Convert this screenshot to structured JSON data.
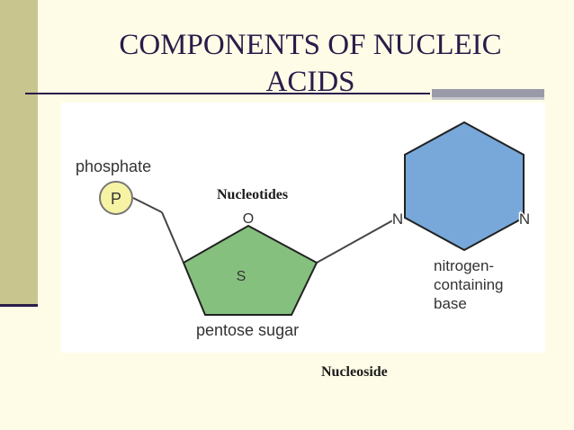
{
  "slide": {
    "title": "COMPONENTS OF NUCLEIC ACIDS",
    "nucleotides_label": "Nucleotides",
    "nucleoside_label": "Nucleoside"
  },
  "diagram": {
    "phosphate_label": "phosphate",
    "phosphate_symbol": "P",
    "sugar_symbol": "S",
    "sugar_oxygen": "O",
    "sugar_label": "pentose sugar",
    "base_n_left": "N",
    "base_n_right": "N",
    "base_label_1": "nitrogen-",
    "base_label_2": "containing",
    "base_label_3": "base"
  },
  "colors": {
    "title": "#2a1c4a",
    "sidebar": "#c8c58f",
    "phosphate_fill": "#f6f4a4",
    "sugar_fill": "#86c07e",
    "base_fill": "#77a8d9"
  }
}
